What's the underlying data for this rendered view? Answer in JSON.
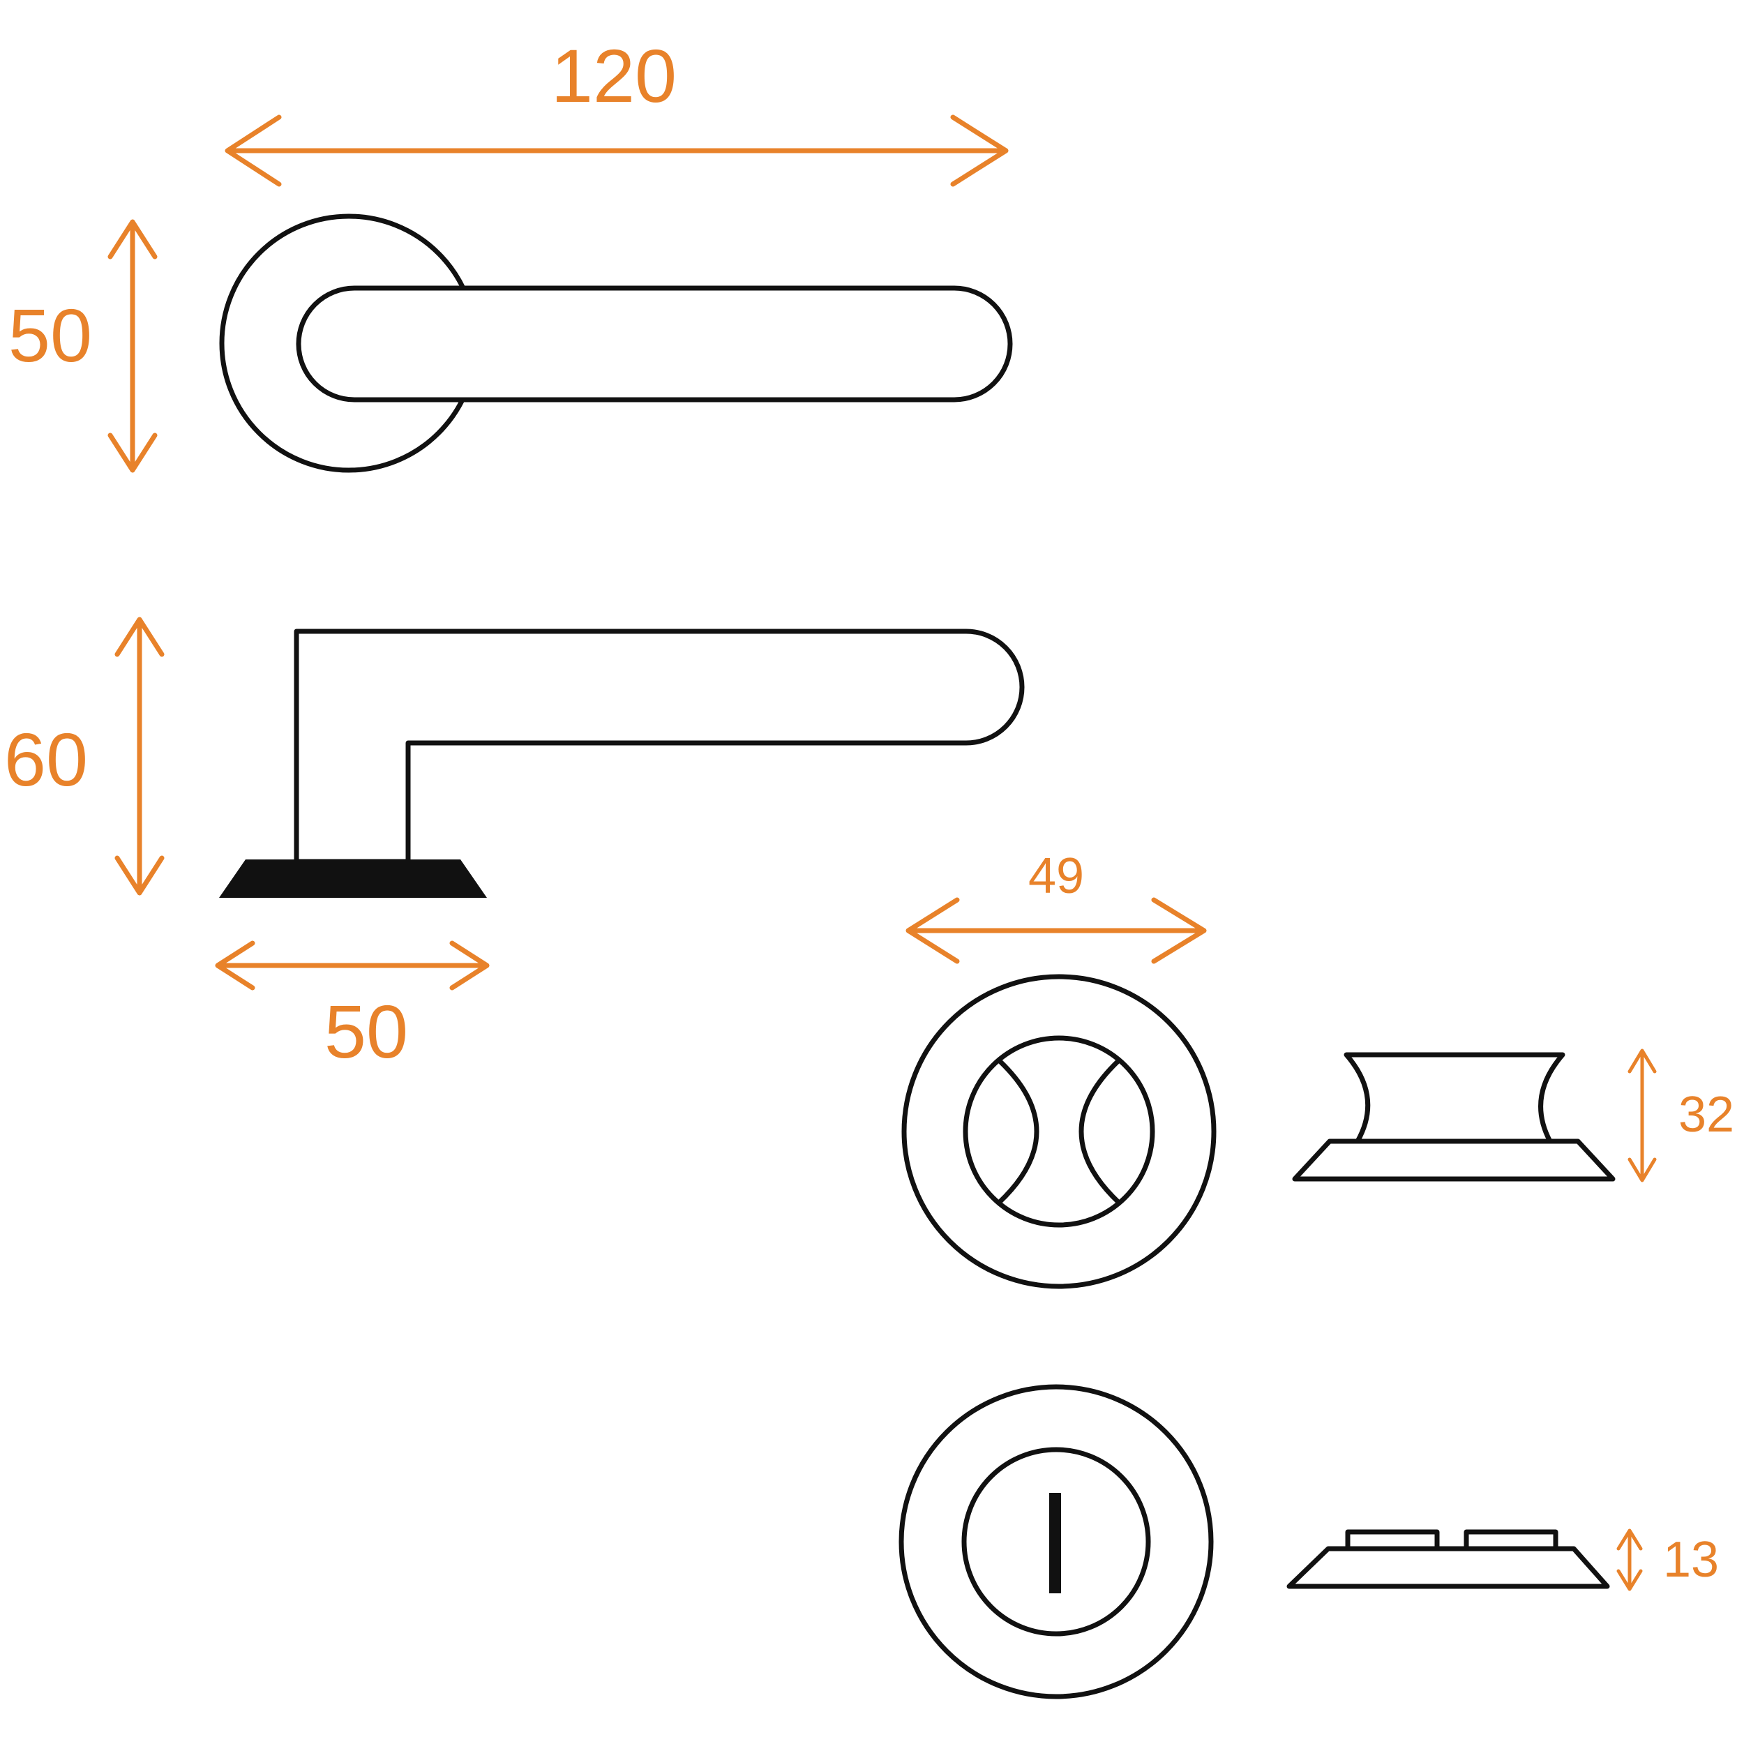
{
  "colors": {
    "dimension": "#E8822A",
    "outline": "#111111",
    "background": "#ffffff"
  },
  "dimensions": {
    "lever_length": "120",
    "rose_diameter": "50",
    "lever_height": "60",
    "base_width": "50",
    "turn_rose_diameter": "49",
    "turn_height": "32",
    "escutcheon_height": "13"
  }
}
